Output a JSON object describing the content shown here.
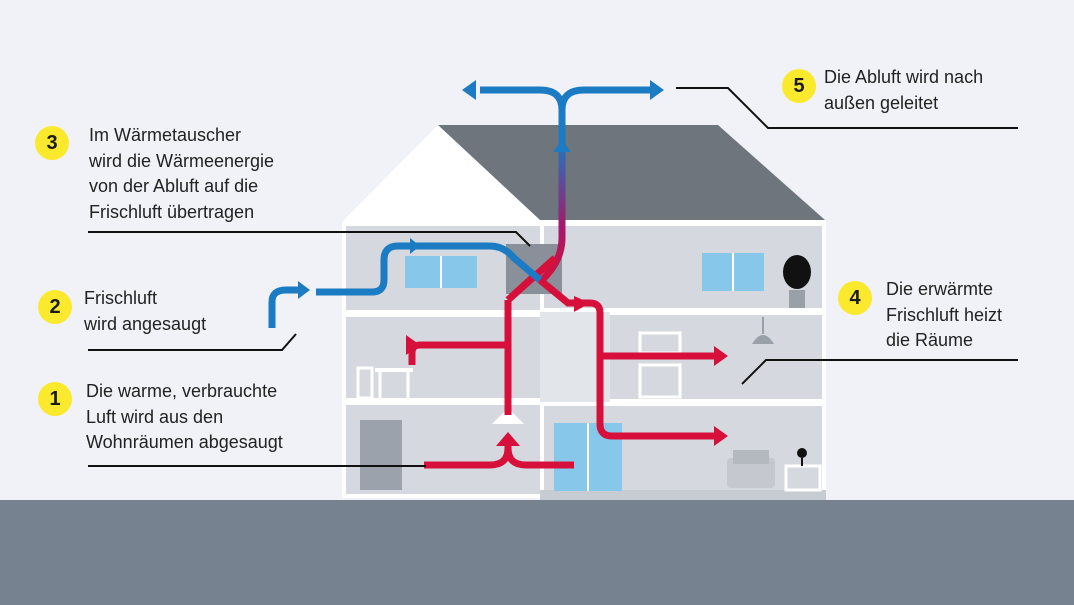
{
  "colors": {
    "background": "#f1f2f8",
    "ground": "#76828f",
    "roof": "#6e757d",
    "wall": "#d5d9df",
    "fresh_air_blue": "#1b7bc3",
    "warm_air_red": "#d6103b",
    "badge_yellow": "#fbe92e",
    "window": "#87c7ea"
  },
  "callouts": [
    {
      "number": "1",
      "text": "Die warme, verbrauchte\nLuft wird aus den\nWohnräumen abgesaugt"
    },
    {
      "number": "2",
      "text": "Frischluft\nwird angesaugt"
    },
    {
      "number": "3",
      "text": "Im Wärmetauscher\nwird die Wärmeenergie\nvon der Abluft auf die\nFrischluft übertragen"
    },
    {
      "number": "4",
      "text": "Die erwärmte\nFrischluft heizt\ndie Räume"
    },
    {
      "number": "5",
      "text": "Die Abluft wird nach\naußen geleitet"
    }
  ]
}
